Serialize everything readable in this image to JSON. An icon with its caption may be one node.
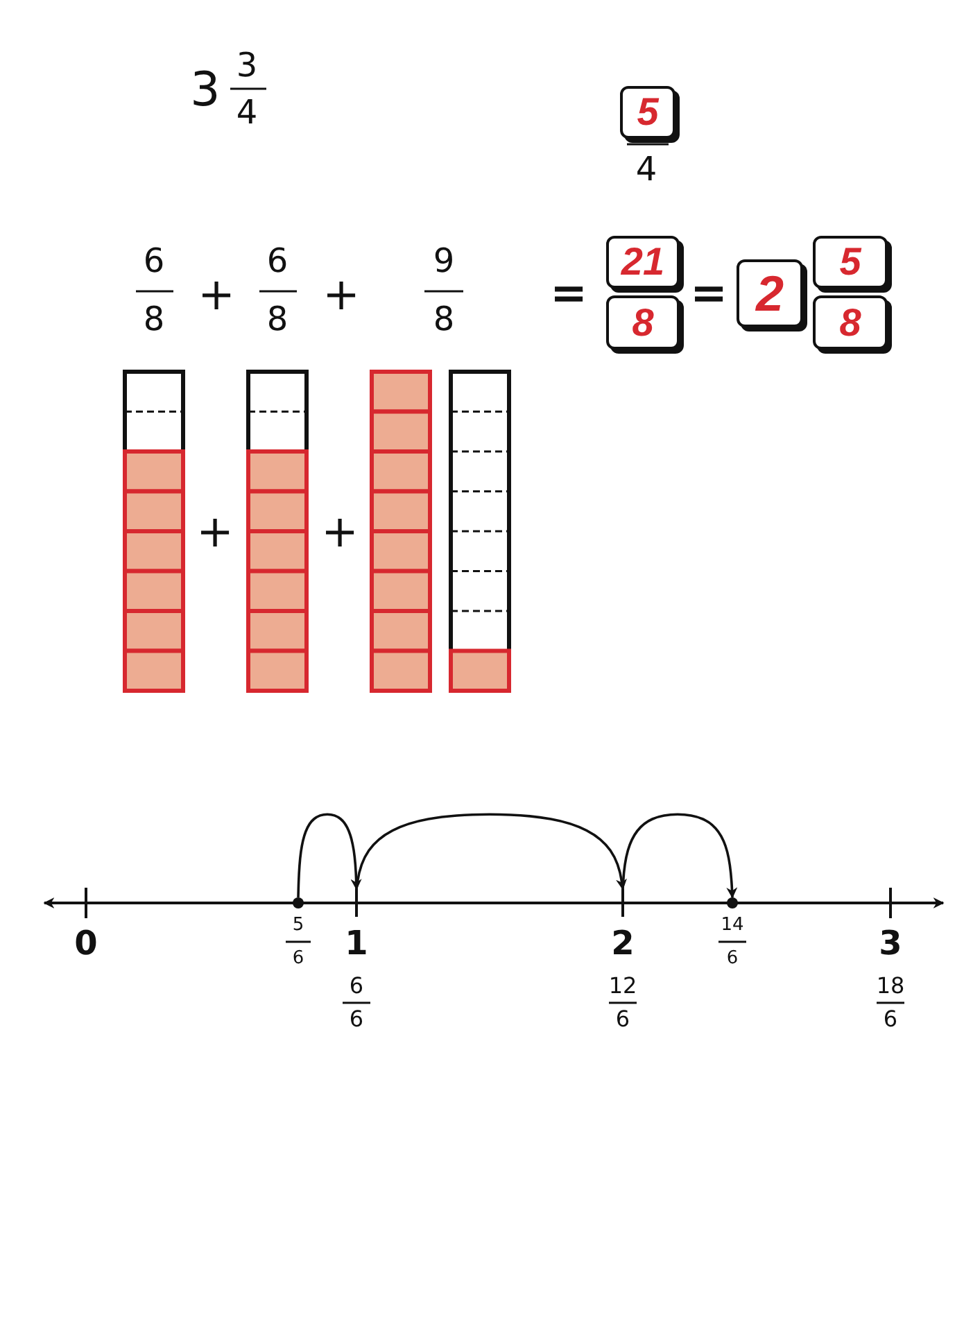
{
  "diagram": {
    "nodes": [
      {
        "text": [
          "5"
        ]
      },
      {
        "text": [
          "21"
        ]
      },
      {
        "text": [
          "8"
        ]
      },
      {
        "text": [
          "2"
        ]
      },
      {
        "text": [
          "5"
        ]
      },
      {
        "text": [
          "8"
        ]
      },
      {
        "text": [],
        "shape": "circle"
      },
      {
        "text": [],
        "shape": "bar"
      },
      {
        "text": [],
        "shape": "bar"
      },
      {
        "text": [],
        "shape": "circle"
      }
    ],
    "edges": [
      {
        "from": 6,
        "to": 7,
        "arrow": "to"
      },
      {
        "from": 7,
        "to": 8,
        "arrow": "to"
      },
      {
        "from": 8,
        "to": 9,
        "arrow": "to"
      }
    ],
    "labels": [
      "3",
      "3",
      "4",
      "4",
      "6",
      "8",
      "+",
      "6",
      "8",
      "+",
      "9",
      "8",
      "=",
      "=",
      "+",
      "+",
      "0",
      "5",
      "6",
      "1",
      "2",
      "14",
      "6",
      "3",
      "6",
      "6",
      "12",
      "6",
      "18",
      "6"
    ]
  }
}
